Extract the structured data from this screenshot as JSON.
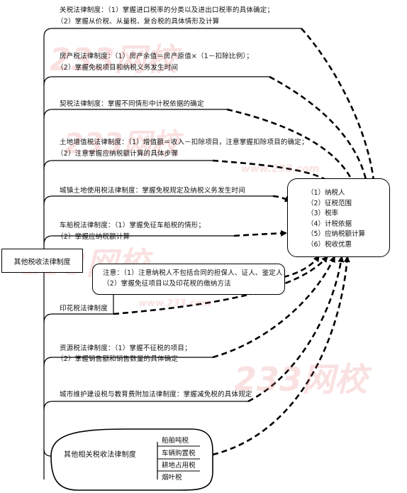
{
  "root": {
    "label": "其他税收法律制度"
  },
  "taxes": [
    {
      "name": "关税法律制度",
      "lines": [
        "关税法律制度：（1）掌握进口税率的分类以及进出口税率的具体确定；",
        "（2）掌握从价税、从量税、复合税的具体情形及计算"
      ]
    },
    {
      "name": "房产税法律制度",
      "lines": [
        "房产税法律制度：（1）房产余值＝房产原值×（1－扣除比例）；",
        "（2）掌握免税项目和纳税义务发生时间"
      ]
    },
    {
      "name": "契税法律制度",
      "lines": [
        "契税法律制度：掌握不同情形中计税依据的确定"
      ]
    },
    {
      "name": "土地增值税法律制度",
      "lines": [
        "土地增值税法律制度：（1）增值额＝收入－扣除项目，注意掌握扣除项目的确定；",
        "（2）注意掌握应纳税额计算的具体步骤"
      ]
    },
    {
      "name": "城镇土地使用税法律制度",
      "lines": [
        "城镇土地使用税法律制度：掌握免税规定及纳税义务发生时间"
      ]
    },
    {
      "name": "车船税法律制度",
      "lines": [
        "车船税法律制度：（1）掌握免征车船税的情形；",
        "（2）掌握应纳税额计算"
      ]
    },
    {
      "name": "印花税法律制度",
      "lines": [
        "印花税法律制度"
      ]
    },
    {
      "name": "资源税法律制度",
      "lines": [
        "资源税法律制度：（1）掌握不征税的项目；",
        "（2）掌握销售额和销售数量的具体确定"
      ]
    },
    {
      "name": "城市维护建设税与教育费附加法律制度",
      "lines": [
        "城市维护建设税与教育费附加法律制度：掌握减免税的具体规定"
      ]
    }
  ],
  "stamp_note": {
    "lines": [
      "注意：（1）注意纳税人不包括合同的担保人、证人、鉴定人；",
      "（2）掌握免征项目以及印花税的缴纳方法"
    ]
  },
  "elements": {
    "items": [
      "（1）纳税人",
      "（2）征税范围",
      "（3）税率",
      "（4）计税依据",
      "（5）应纳税额计算",
      "（6）税收优惠"
    ]
  },
  "other_related": {
    "label": "其他相关税收法律制度",
    "items": [
      "船舶吨税",
      "车辆购置税",
      "耕地占用税",
      "烟叶税"
    ]
  },
  "watermark": {
    "text": "233网校",
    "url_text": "www.233.com"
  },
  "colors": {
    "line": "#000000",
    "watermark": "#e67878"
  }
}
